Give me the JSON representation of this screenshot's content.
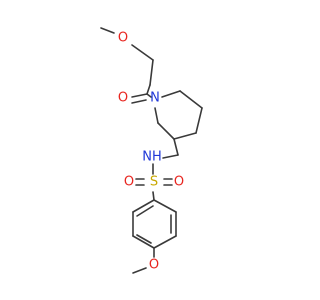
{
  "colors": {
    "bond": "#3a3a3a",
    "carbon": "#3a3a3a",
    "oxygen": "#e8251f",
    "nitrogen": "#2038d8",
    "sulfur": "#c8a800",
    "hydrogen": "#3a3a3a"
  },
  "atom_labels": {
    "o_methoxy_top": "O",
    "o_carbonyl": "O",
    "n_piperidine": "N",
    "nh_sulfonamide": "NH",
    "s_sulfonyl": "S",
    "o_sulfonyl_left": "O",
    "o_sulfonyl_right": "O",
    "o_methoxy_bottom": "O"
  }
}
